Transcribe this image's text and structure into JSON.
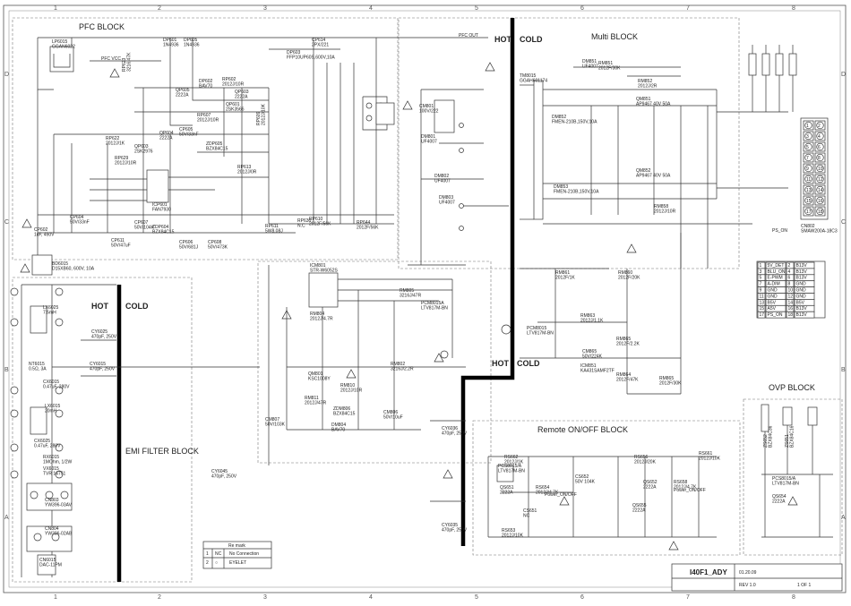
{
  "sheet": {
    "column_labels": [
      "1",
      "2",
      "3",
      "4",
      "5",
      "6",
      "7",
      "8"
    ],
    "row_labels": [
      "D",
      "C",
      "B",
      "A"
    ]
  },
  "blocks": {
    "pfc": "PFC BLOCK",
    "multi": "Multi BLOCK",
    "emi": "EMI FILTER BLOCK",
    "remote": "Remote ON/OFF  BLOCK",
    "ovp": "OVP BLOCK"
  },
  "zones": {
    "hot_top": "HOT",
    "cold_top": "COLD",
    "hot_left": "HOT",
    "cold_left": "COLD",
    "hot_mid": "HOT",
    "cold_mid": "COLD"
  },
  "nets": {
    "pfc_out": "PFC OUT",
    "pfc_vcc": "PFC VCC",
    "ps_on": "PS_ON",
    "power_on_off": "Power_ON/OFF",
    "power_on_off_2": "Power_ON/OFF"
  },
  "components": {
    "lp6015": "LP6015\nGGAN6022",
    "dp601": "DP601\n1N4936",
    "dp605": "DP605\n1N4936",
    "cp614": "CP614\n2PX/221",
    "dp603": "DP603\nFFP10UP60S,600V,10A",
    "rp623": "RP623\n3216,47K",
    "qp605": "QP605\n2222A",
    "dp602": "DP602\nBAV70",
    "rp602": "RP602\n2012J/10R",
    "qp603": "QP603\n2222A",
    "qp604": "QP604\n2222A",
    "qp601": "QP601\n2SK3566",
    "rp622": "RP622\n2012J/1K",
    "qp603b": "QP603\n2SK2976",
    "rp629": "RP629\n2012J/10R",
    "rp609": "RP609\n2012J/10K",
    "rp607": "RP607\n2012J/10R",
    "zdp605": "ZDP605\nBZX84C15",
    "cp605": "CP605\n50V/33nF",
    "icp601": "ICP601\nFAN7930",
    "rp613": "RP613\n2012J/0R",
    "cp604": "CP604\n50V/33nF",
    "cp607": "CP607\n50V/104K",
    "cp602": "CP602\n1uF, 450V",
    "cp611": "CP611\n50V/47uF",
    "zdp604": "ZDP604\nBZX84C15",
    "cp606": "CP606\n50V/681J",
    "cp608": "CP608\n50V/473K",
    "rp610": "RP610\n2012F/56K",
    "rp611": "RP611\n5W8,08J",
    "rp630": "RP630\nN.C",
    "rp644": "RP644\n2012F/56K",
    "bd6015": "BD6015\nD15XB60, 600V, 10A",
    "lx6025": "LX6025\n7.5mH",
    "cy6025": "CY6025\n470pF, 250V",
    "cy6015": "CY6015\n470pF, 250V",
    "nt6015": "NT6015\n0.5Ω, 3A",
    "cx6015": "CX6015\n0.47uF, 280V",
    "lx6015": "LX6015\n20mH",
    "cx6025": "CX6025\n0.47uF, 280V",
    "rx6015": "RX6015\n1MOhm, 1/2W",
    "vx6015": "VX6015\nTVR 14751",
    "cn803": "CN803\nYW396-03AV",
    "cy6045": "CY6045\n470pF, 250V",
    "cn804": "CN804\nYW396-02AB",
    "cn6015": "CN6015\nDAC-11PM",
    "cy6035": "CY6035\n470pF, 250V",
    "icm801": "ICM801\nSTR-W6052S",
    "rm805": "RM805\n3216J/47R",
    "pcm8015a": "PCM8015A\nLTV817M-BN",
    "pcm8015": "PCM8015\nLTV817M-BN",
    "rm804": "RM804\n2012J/4.7R",
    "qm801": "QM801\nKSC1008Y",
    "rm802": "RM802\n3216J/2.2R",
    "rm811": "RM811\n2012J/47R",
    "rm810": "RM810\n2012J/10R",
    "zdm806": "ZDM806\nBZX84C15",
    "cm807": "CM807\n50V/103K",
    "dm804": "DM804\nBAV70",
    "cm806": "CM806\n50V/10uF",
    "cy6036": "CY6036\n470pF, 250V",
    "tm8015": "TM8015\nGGAH601174",
    "dm801": "DM801\nUF4007",
    "dm802": "DM802\nUF4007",
    "dm803": "DM803\nUF4007",
    "cm801": "CM801\n100V/222",
    "dm851": "DM851\nUF4007",
    "rm851": "RM851\n2012F/30K",
    "rm852": "RM852\n2012J/2R",
    "qm851": "QM851\nAP9467 40V 50A",
    "dm852": "DM852\nFMEN-210B,150V,10A",
    "dm853": "DM853\nFMEN-210B,150V,10A",
    "qm852": "QM852\nAP9467 40V 50A",
    "rm860": "RM860\n2012F/20K",
    "rm861": "RM861\n2012F/1K",
    "rm863": "RM863\n2012J/1.1K",
    "rm865": "RM865\n2012F/2.2K",
    "rm864": "RM864\n2012F/47K",
    "rm865b": "RM865\n2012F/30K",
    "cm865": "CM865\n50V/224K",
    "icm851": "ICM851\nKA431SAMF2TF",
    "rm858": "RM858\n2012J/10R",
    "cn802": "CN802\nSMAW200A-18C3",
    "rs661": "RS661\n2012J/10K",
    "rs656": "RS656\n2012J/20K",
    "rs658": "RS658\n2012J/4.7K",
    "qs652": "QS652\n2222A",
    "rs662": "RS662\n2012J/1K",
    "pcs8015a": "PCS8015/A\nLTV817M-BN",
    "qs651": "QS651\n2222A",
    "rs654": "RS654\n2012J/4.7K",
    "cs652": "CS652\n50V 104K",
    "cs651": "CS651\nNC",
    "rs653": "RS653\n2012J/10K",
    "qs655": "QS655\n2222A",
    "zs652": "ZS652\nBZX84C36",
    "zs651": "ZS651\nBZX84C16",
    "pcs8015b": "PCS8015/A\nLTV817M-BN",
    "qs654": "QS654\n2222A"
  },
  "connector_cn802": {
    "pins": [
      "1",
      "2",
      "3",
      "4",
      "5",
      "6",
      "7",
      "8",
      "9",
      "10",
      "11",
      "12",
      "13",
      "14",
      "15",
      "16",
      "17",
      "18"
    ]
  },
  "pin_table": {
    "rows": [
      [
        "1",
        "5V_DET",
        "2",
        "B13V"
      ],
      [
        "3",
        "BLU_ON",
        "4",
        "B13V"
      ],
      [
        "5",
        "E-PWM",
        "6",
        "B13V"
      ],
      [
        "7",
        "A-DIM",
        "8",
        "GND"
      ],
      [
        "9",
        "GND",
        "10",
        "GND"
      ],
      [
        "11",
        "GND",
        "12",
        "GND"
      ],
      [
        "13",
        "B5V",
        "14",
        "B5V"
      ],
      [
        "15",
        "A5V",
        "16",
        "B13V"
      ],
      [
        "17",
        "PS_ON",
        "18",
        "B13V"
      ]
    ]
  },
  "remark": {
    "title": "Re mark",
    "rows": [
      [
        "1",
        "NC",
        "No Connection"
      ],
      [
        "2",
        "○",
        "EYELET"
      ]
    ]
  },
  "title_block": {
    "name": "I40F1_ADY",
    "date": "01.20.09",
    "rev": "REV 1.0",
    "sheet": "1 OF 1"
  },
  "colors": {
    "line": "#333333",
    "isolation_bar": "#000000",
    "block_border": "#777777"
  }
}
